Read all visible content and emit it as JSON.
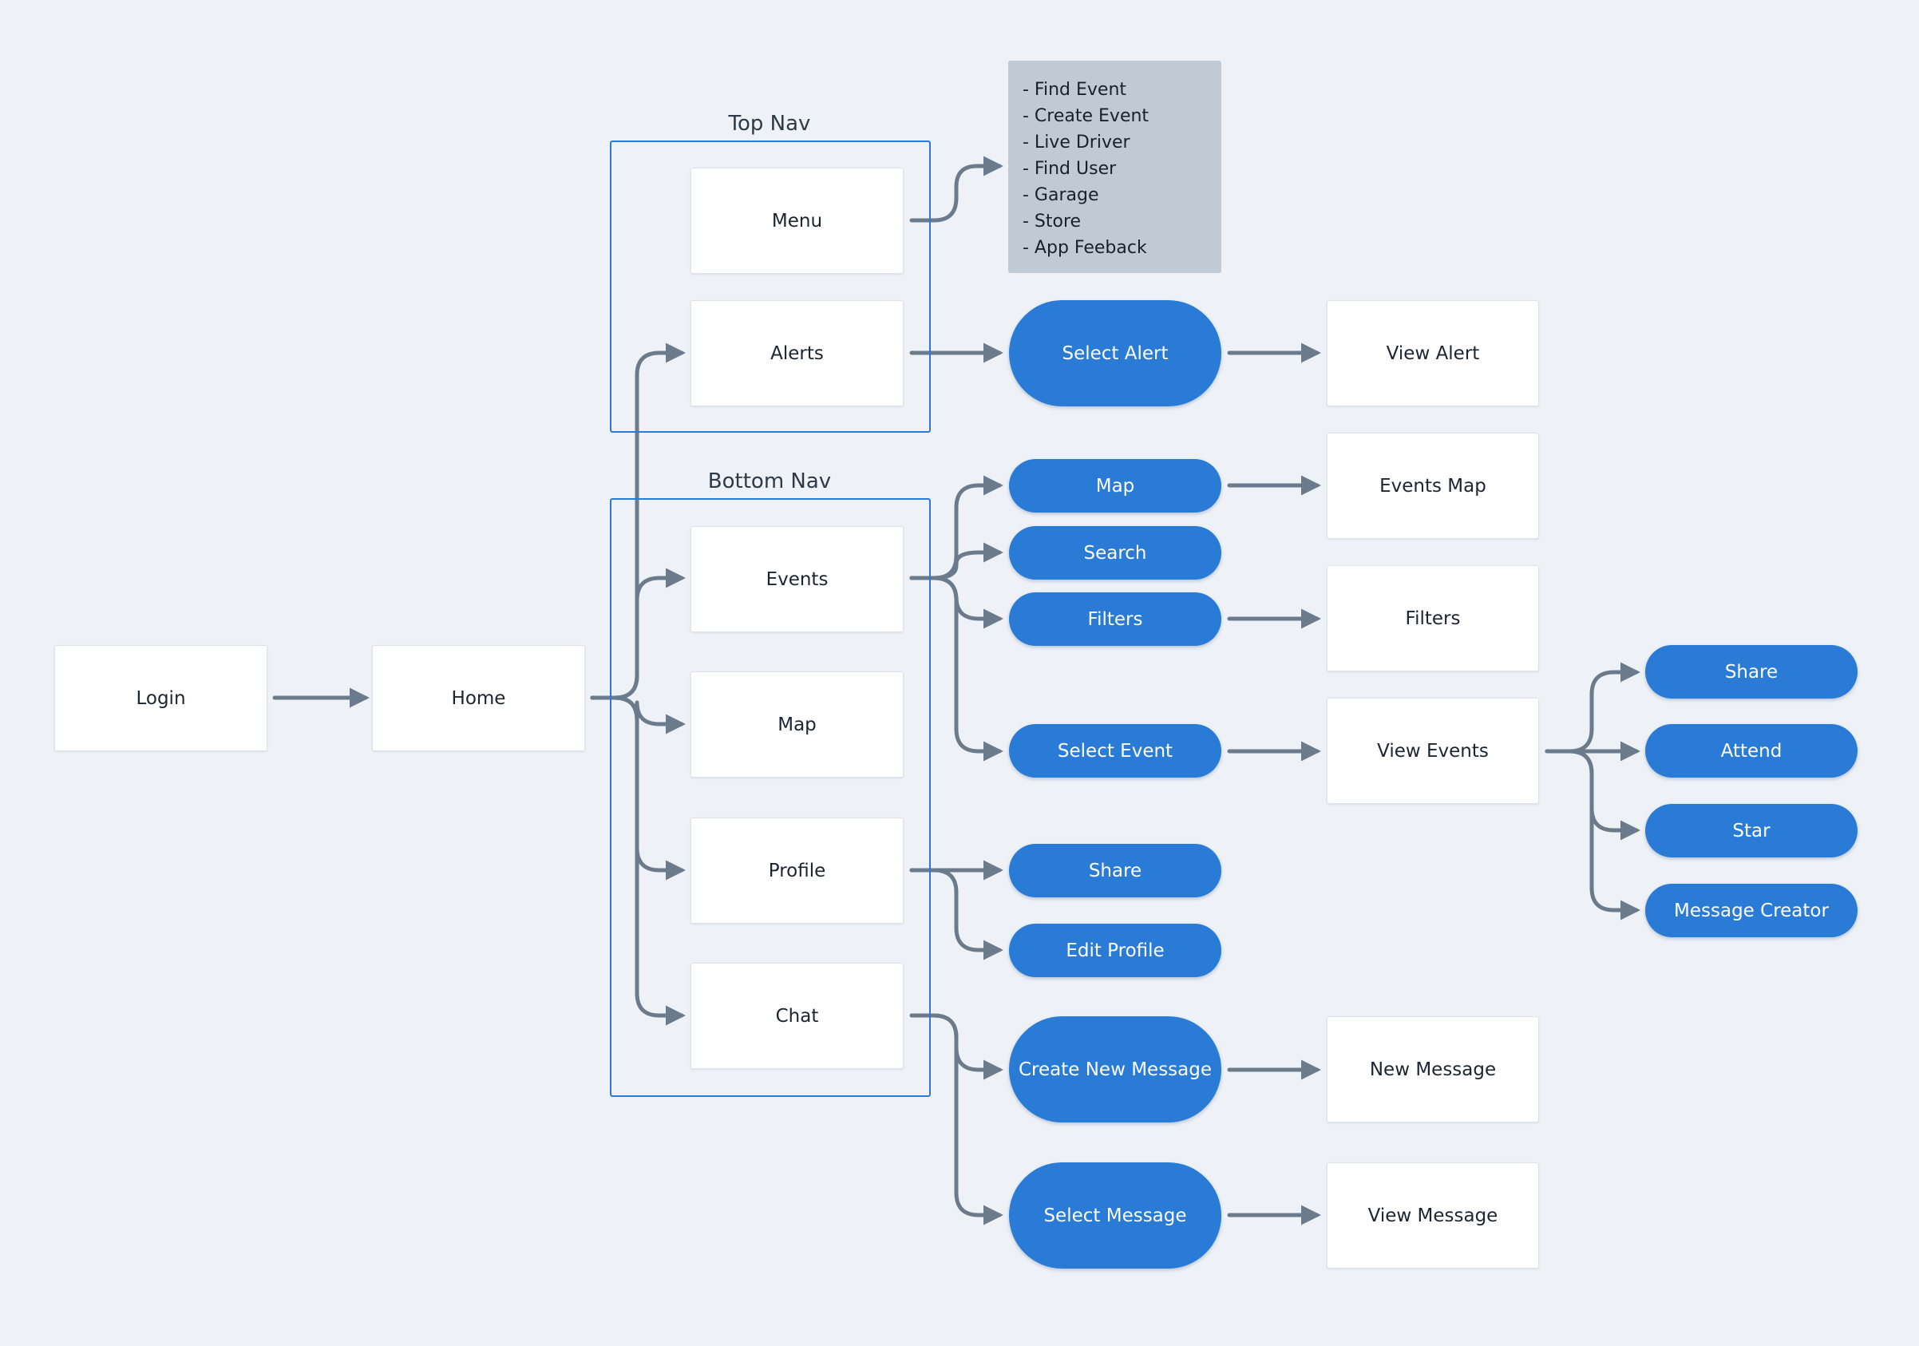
{
  "nodes": {
    "login": "Login",
    "home": "Home",
    "menu": "Menu",
    "alerts": "Alerts",
    "events": "Events",
    "map": "Map",
    "profile": "Profile",
    "chat": "Chat",
    "select_alert": "Select Alert",
    "view_alert": "View Alert",
    "events_map_action": "Map",
    "search": "Search",
    "filters_action": "Filters",
    "select_event": "Select Event",
    "events_map": "Events Map",
    "filters": "Filters",
    "view_events": "View Events",
    "share_event": "Share",
    "attend": "Attend",
    "star": "Star",
    "message_creator": "Message Creator",
    "share_profile": "Share",
    "edit_profile": "Edit Profile",
    "create_new_message": "Create New Message",
    "new_message": "New Message",
    "select_message": "Select Message",
    "view_message": "View Message"
  },
  "groups": {
    "top_nav": "Top Nav",
    "bottom_nav": "Bottom Nav"
  },
  "menu_items": [
    "- Find Event",
    "- Create Event",
    "- Live Driver",
    "- Find User",
    "- Garage",
    "- Store",
    "- App Feeback"
  ],
  "colors": {
    "background": "#eef2f7",
    "action_pill": "#2a7bd6",
    "group_border": "#2a7bd6",
    "connector": "#6b7b8c",
    "note_fill": "#bfcad5"
  }
}
